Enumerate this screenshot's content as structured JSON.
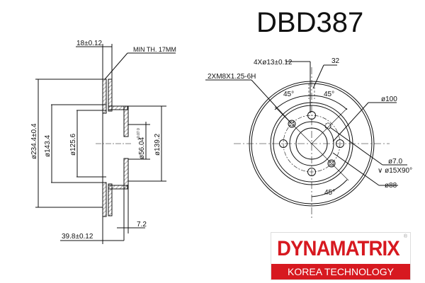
{
  "header": {
    "part_number": "DBD387"
  },
  "side_view": {
    "labels": {
      "thickness": "18±0.12",
      "min_thickness": "MIN TH. 17MM",
      "outer_diameter": "ø234.4±0.4",
      "dia_143": "ø143.4",
      "dia_125": "ø125.6",
      "center_bore": "ø56.04",
      "center_bore_tol": "+0.07 0",
      "hat_diameter": "ø139.2",
      "hat_thickness": "7.2",
      "total_height": "39.8±0.12"
    }
  },
  "front_view": {
    "labels": {
      "bolt_holes": "4Xø13±0.12",
      "slot_width": "32",
      "threaded_holes": "2XM8X1.25-6H",
      "angle_left": "45°",
      "angle_right": "45°",
      "angle_bottom": "45°",
      "pcd": "ø100",
      "pilot_hole": "ø7.0",
      "countersink": "∨ ø15X90°",
      "dia_88": "ø88"
    }
  },
  "logo": {
    "brand": "DYNAMATRIX",
    "registered": "®",
    "tagline": "KOREA TECHNOLOGY",
    "brand_color": "#d71920"
  }
}
